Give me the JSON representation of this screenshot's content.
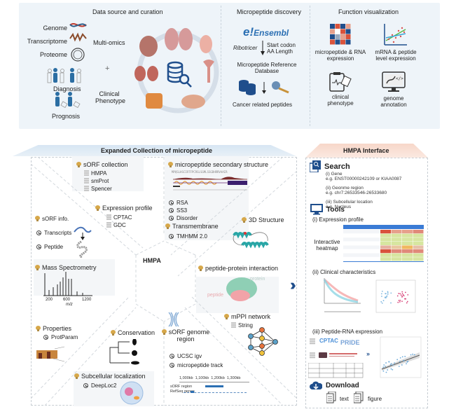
{
  "top": {
    "data_source": {
      "title": "Data source and curation",
      "omics": [
        "Genome",
        "Transcriptome",
        "Proteome"
      ],
      "omics_label": "Multi-omics",
      "plus": "+",
      "diagnosis": "Diagnosis",
      "prognosis": "Prognosis",
      "clinical_label_1": "Clinical",
      "clinical_label_2": "Phenotype"
    },
    "discovery": {
      "title": "Micropeptide discovery",
      "ensembl": "Ensembl",
      "ensembl_prefix": "e!",
      "ribotricer": "Ribotricer",
      "criteria_1": "Start codon",
      "criteria_2": "AA Length",
      "reference_db_1": "Micropeptide Reference",
      "reference_db_2": "Database",
      "cancer_peptides": "Cancer related peptides"
    },
    "function_vis": {
      "title": "Function visualization",
      "items": [
        {
          "label_1": "micropeptide & RNA",
          "label_2": "expression"
        },
        {
          "label_1": "mRNA & peptide",
          "label_2": "level expression"
        },
        {
          "label_1": "clinical",
          "label_2": "phenotype"
        },
        {
          "label_1": "genome",
          "label_2": "annotation"
        }
      ]
    }
  },
  "expanded": {
    "title": "Expanded Collection of micropeptide",
    "center": "HMPA",
    "sorf_collection": {
      "title": "sORF collection",
      "items": [
        "HMPA",
        "smProt",
        "Spencer"
      ]
    },
    "expression_profile": {
      "title": "Expression profile",
      "items": [
        "CPTAC",
        "GDC"
      ]
    },
    "sorf_info": {
      "title": "sORF info.",
      "items": [
        "Transcripts",
        "Peptide"
      ]
    },
    "mass_spec": {
      "title": "Mass Spectrometry",
      "ticks": [
        "200",
        "600",
        "1200"
      ],
      "xlabel": "m/z"
    },
    "secondary": {
      "title": "micropeptide secondary structure",
      "items": [
        "RSA",
        "SS3",
        "Disorder"
      ]
    },
    "transmembrane": {
      "title": "Transmembrane",
      "items": [
        "TMHMM 2.0"
      ]
    },
    "structure3d": {
      "title": "3D Structure"
    },
    "ppi": {
      "title": "peptide-protein interaction",
      "protein": "protein",
      "peptide": "peptide"
    },
    "mppi": {
      "title": "mPPI network",
      "items": [
        "String"
      ]
    },
    "properties": {
      "title": "Properties",
      "items": [
        "ProtParam"
      ]
    },
    "conservation": {
      "title": "Conservation"
    },
    "subcellular": {
      "title": "Subcellular localization",
      "items": [
        "DeepLoc2"
      ]
    },
    "genome_region": {
      "title_1": "sORF genome",
      "title_2": "region",
      "items": [
        "UCSC igv",
        "micropeptide track"
      ],
      "ticks": [
        "1,000kb",
        "1,100kb",
        "1,200kb",
        "1,300kb"
      ],
      "tracks": [
        "sORF region",
        "RefSeq genes"
      ]
    }
  },
  "interface": {
    "title": "HMPA Interface",
    "search": {
      "title": "Search",
      "items": [
        {
          "label": "(i) Gene",
          "example": "e.g. ENST00000242109 or KIAA0087"
        },
        {
          "label": "(ii) Geonme region",
          "example": "e.g. chr7:26533546-26533680"
        },
        {
          "label": "(iii) Subcellular location",
          "example": "e.g. Nucleus"
        }
      ]
    },
    "tools": {
      "title": "Tools",
      "expression_profile": "(i) Expression profile",
      "heatmap_label_1": "Interactive",
      "heatmap_label_2": "heatmap",
      "clinical": "(ii) Clinical characteristics",
      "peptide_rna": "(iii) Peptide-RNA expression",
      "cptac": "CPTAC",
      "pride": "PRIDE"
    },
    "download": {
      "title": "Download",
      "text": "text",
      "figure": "figure"
    }
  },
  "colors": {
    "accent_blue": "#1f4e8c",
    "panel_bg": "#eef4f9",
    "bulb": "#d7a84a",
    "expanded_header": "#d7e6f3",
    "interface_header": "#f7d7c9"
  }
}
